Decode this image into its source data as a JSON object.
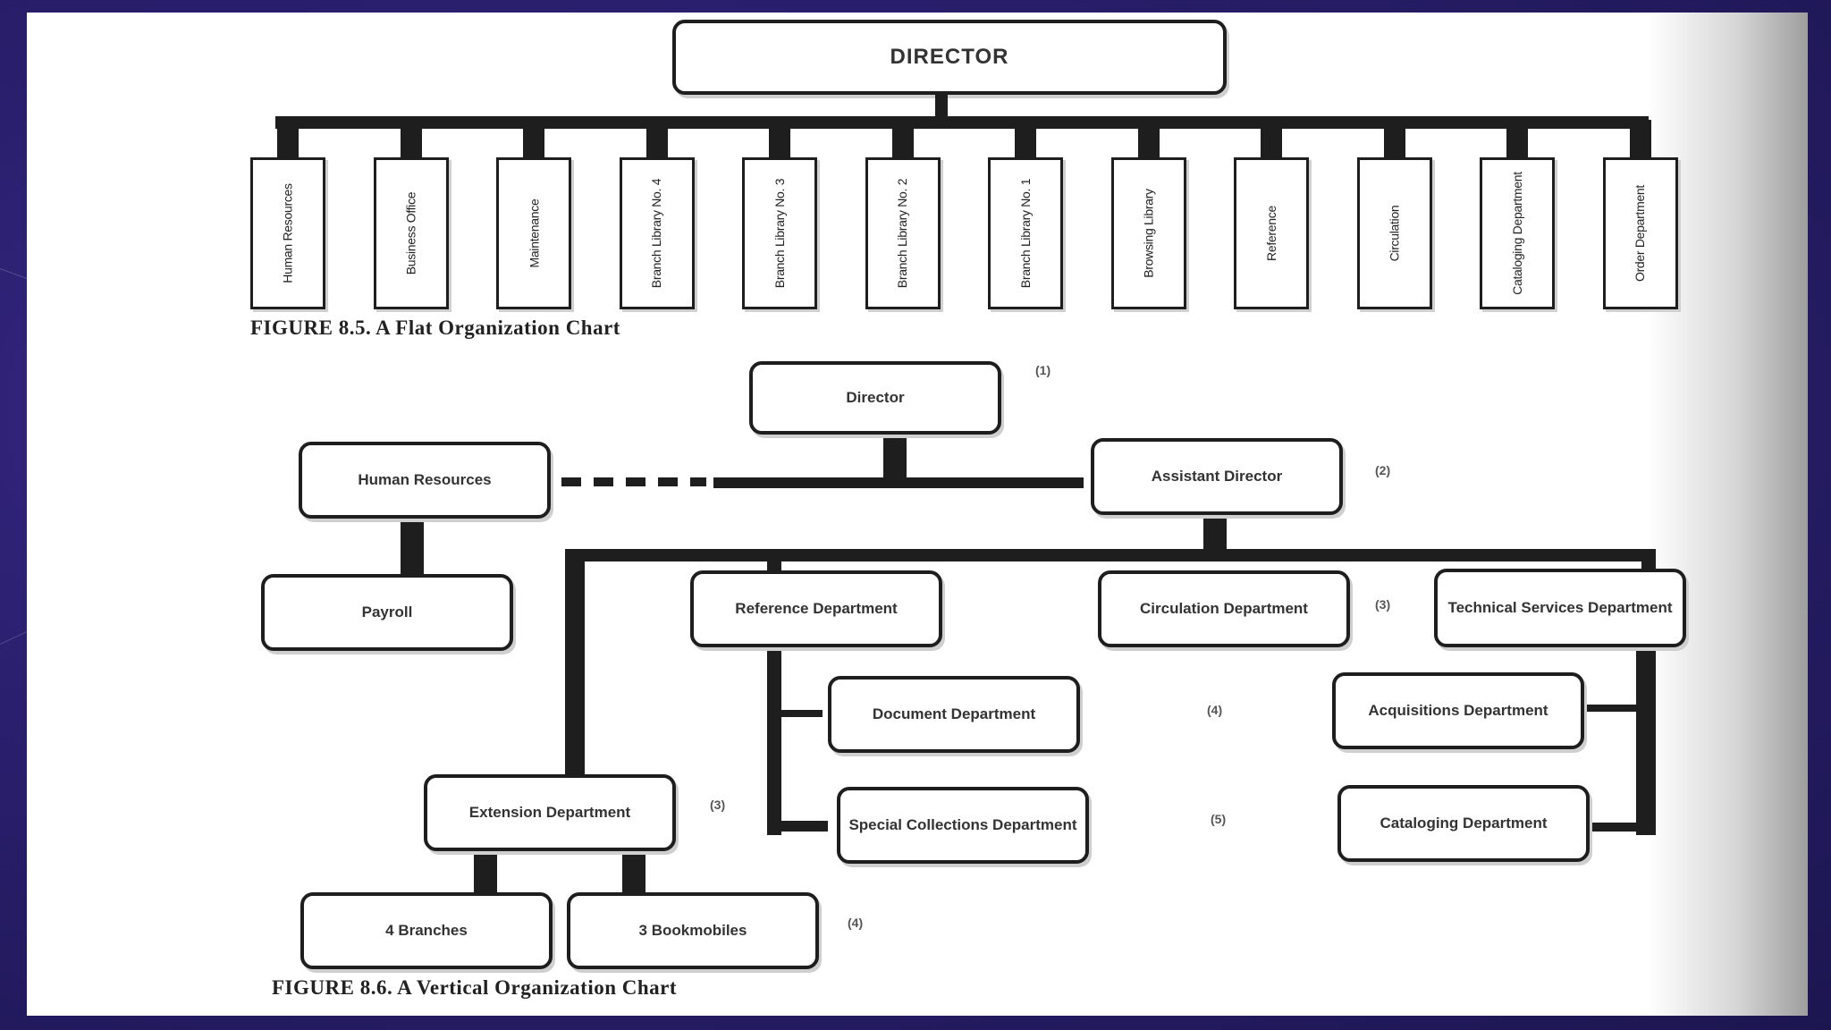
{
  "flat_chart": {
    "top": "DIRECTOR",
    "units": [
      "Human Resources",
      "Business Office",
      "Maintenance",
      "Branch Library No. 4",
      "Branch Library No. 3",
      "Branch Library No. 2",
      "Branch Library No. 1",
      "Browsing Library",
      "Reference",
      "Circulation",
      "Cataloging Department",
      "Order Department"
    ],
    "caption": "FIGURE 8.5. A Flat Organization Chart"
  },
  "vertical_chart": {
    "director": "Director",
    "assistant_director": "Assistant Director",
    "human_resources": "Human Resources",
    "payroll": "Payroll",
    "reference": "Reference Department",
    "circulation": "Circulation Department",
    "technical": "Technical Services Department",
    "document": "Document Department",
    "acquisitions": "Acquisitions Department",
    "special": "Special Collections Department",
    "cataloging": "Cataloging Department",
    "extension": "Extension Department",
    "branches": "4 Branches",
    "bookmobiles": "3 Bookmobiles",
    "levels": [
      "(1)",
      "(2)",
      "(3)",
      "(3)",
      "(4)",
      "(5)",
      "(4)"
    ],
    "caption": "FIGURE 8.6. A Vertical Organization Chart"
  }
}
